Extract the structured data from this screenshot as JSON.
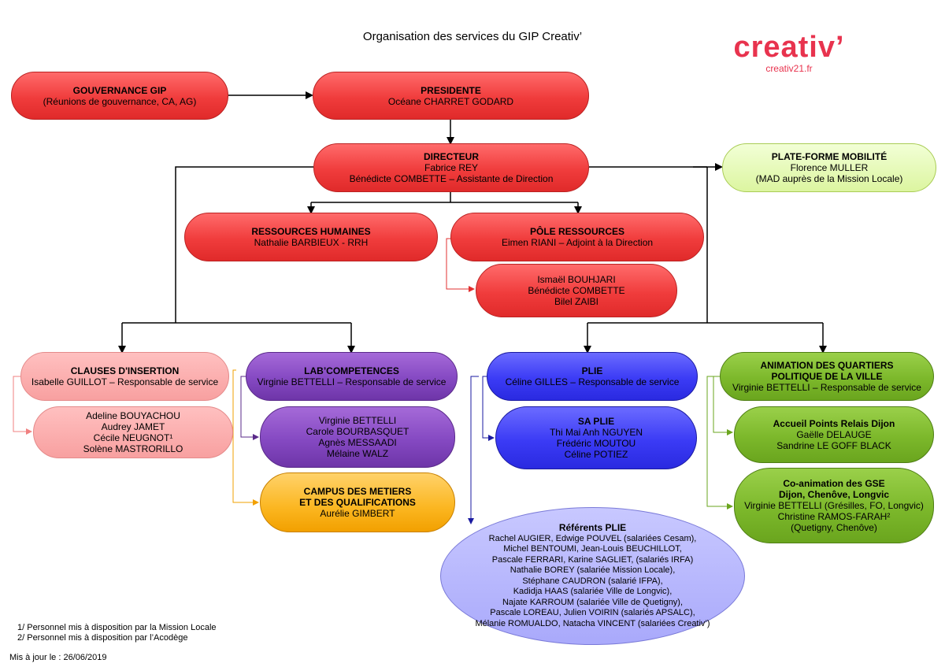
{
  "title": "Organisation des services du GIP Creativ’",
  "logo": {
    "word": "creativ’",
    "url": "creativ21.fr"
  },
  "colors": {
    "red": "#f03c3c",
    "pink": "#f8a0a0",
    "purple": "#8549c2",
    "orange": "#fbb620",
    "blue": "#3b3bf5",
    "light_blue": "#a9a9fb",
    "green": "#7cb82b",
    "light_green": "#dcf5a0",
    "logo": "#e8334e"
  },
  "nodes": {
    "gouvernance": {
      "title": "GOUVERNANCE GIP",
      "lines": [
        "(Réunions de gouvernance, CA, AG)"
      ]
    },
    "presidente": {
      "title": "PRESIDENTE",
      "lines": [
        "Océane CHARRET GODARD"
      ]
    },
    "directeur": {
      "title": "DIRECTEUR",
      "lines": [
        "Fabrice REY",
        "Bénédicte COMBETTE – Assistante de Direction"
      ]
    },
    "plateforme": {
      "title": "PLATE-FORME MOBILITÉ",
      "lines": [
        "Florence MULLER",
        "(MAD auprès de la  Mission Locale)"
      ]
    },
    "rh": {
      "title": "RESSOURCES HUMAINES",
      "lines": [
        "Nathalie BARBIEUX - RRH"
      ]
    },
    "pole": {
      "title": "PÔLE RESSOURCES",
      "lines": [
        "Eimen RIANI – Adjoint à la Direction"
      ]
    },
    "pole_staff": {
      "lines": [
        "Ismaël BOUHJARI",
        "Bénédicte COMBETTE",
        "Bilel ZAIBI"
      ]
    },
    "clauses": {
      "title": "CLAUSES D'INSERTION",
      "lines": [
        "Isabelle GUILLOT – Responsable de service"
      ]
    },
    "clauses_staff": {
      "lines": [
        "Adeline BOUYACHOU",
        "Audrey JAMET",
        "Cécile NEUGNOT¹",
        "Solène MASTRORILLO"
      ]
    },
    "lab": {
      "title": "LAB’COMPETENCES",
      "lines": [
        "Virginie BETTELLI – Responsable de service"
      ]
    },
    "lab_staff": {
      "lines": [
        "Virginie BETTELLI",
        "Carole BOURBASQUET",
        "Agnès MESSAADI",
        "Mélaine WALZ"
      ]
    },
    "campus": {
      "title": "CAMPUS DES METIERS",
      "title2": "ET DES QUALIFICATIONS",
      "lines": [
        "Aurélie GIMBERT"
      ]
    },
    "plie": {
      "title": "PLIE",
      "lines": [
        "Céline GILLES – Responsable de service"
      ]
    },
    "saplie": {
      "title": "SA PLIE",
      "lines": [
        "Thi Mai Anh NGUYEN",
        "Frédéric MOUTOU",
        "Céline POTIEZ"
      ]
    },
    "referents": {
      "title": "Référents PLIE",
      "lines": [
        "Rachel AUGIER, Edwige POUVEL (salariées Cesam),",
        "Michel BENTOUMI, Jean-Louis BEUCHILLOT,",
        "Pascale FERRARI, Karine SAGLIET, (salariés IRFA)",
        "Nathalie BOREY (salariée Mission Locale),",
        "Stéphane CAUDRON (salarié IFPA),",
        "Kadidja HAAS (salariée Ville de Longvic),",
        "Najate KARROUM (salariée Ville de Quetigny),",
        "Pascale LOREAU, Julien VOIRIN (salariés APSALC),",
        "Mélanie ROMUALDO, Natacha VINCENT (salariées Creativ’)"
      ]
    },
    "animation": {
      "title": "ANIMATION DES QUARTIERS",
      "title2": "POLITIQUE DE LA VILLE",
      "lines": [
        "Virginie BETTELLI – Responsable de service"
      ]
    },
    "accueil": {
      "title": "Accueil Points Relais Dijon",
      "lines": [
        "Gaëlle DELAUGE",
        "Sandrine LE GOFF BLACK"
      ]
    },
    "coanim": {
      "title": "Co-animation des GSE",
      "title2": "Dijon, Chenôve, Longvic",
      "lines": [
        "Virginie BETTELLI (Grésilles, FO, Longvic)",
        "Christine RAMOS-FARAH²",
        "(Quetigny, Chenôve)"
      ]
    }
  },
  "footnotes": [
    "1/ Personnel mis à disposition par la Mission Locale",
    "2/ Personnel mis à disposition par l’Acodège"
  ],
  "updated": "Mis à jour le : 26/06/2019"
}
